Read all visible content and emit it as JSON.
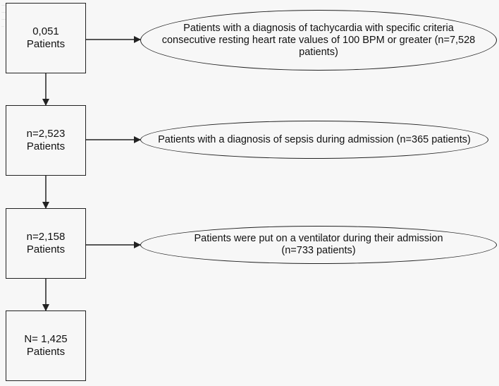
{
  "steps": [
    {
      "line1": "0,051",
      "line2": "Patients"
    },
    {
      "line1": "n=2,523",
      "line2": "Patients"
    },
    {
      "line1": "n=2,158",
      "line2": "Patients"
    },
    {
      "line1": "N= 1,425",
      "line2": "Patients"
    }
  ],
  "exclusions": [
    {
      "text": "Patients with a diagnosis of tachycardia with specific criteria\nconsecutive resting heart rate values of 100 BPM or greater (n=7,528\npatients)"
    },
    {
      "text": "Patients with a diagnosis of sepsis during admission (n=365 patients)"
    },
    {
      "text": "Patients were put on a ventilator during their admission\n(n=733 patients)"
    }
  ],
  "colors": {
    "line": "#222222",
    "background": "#f7f7f7"
  }
}
